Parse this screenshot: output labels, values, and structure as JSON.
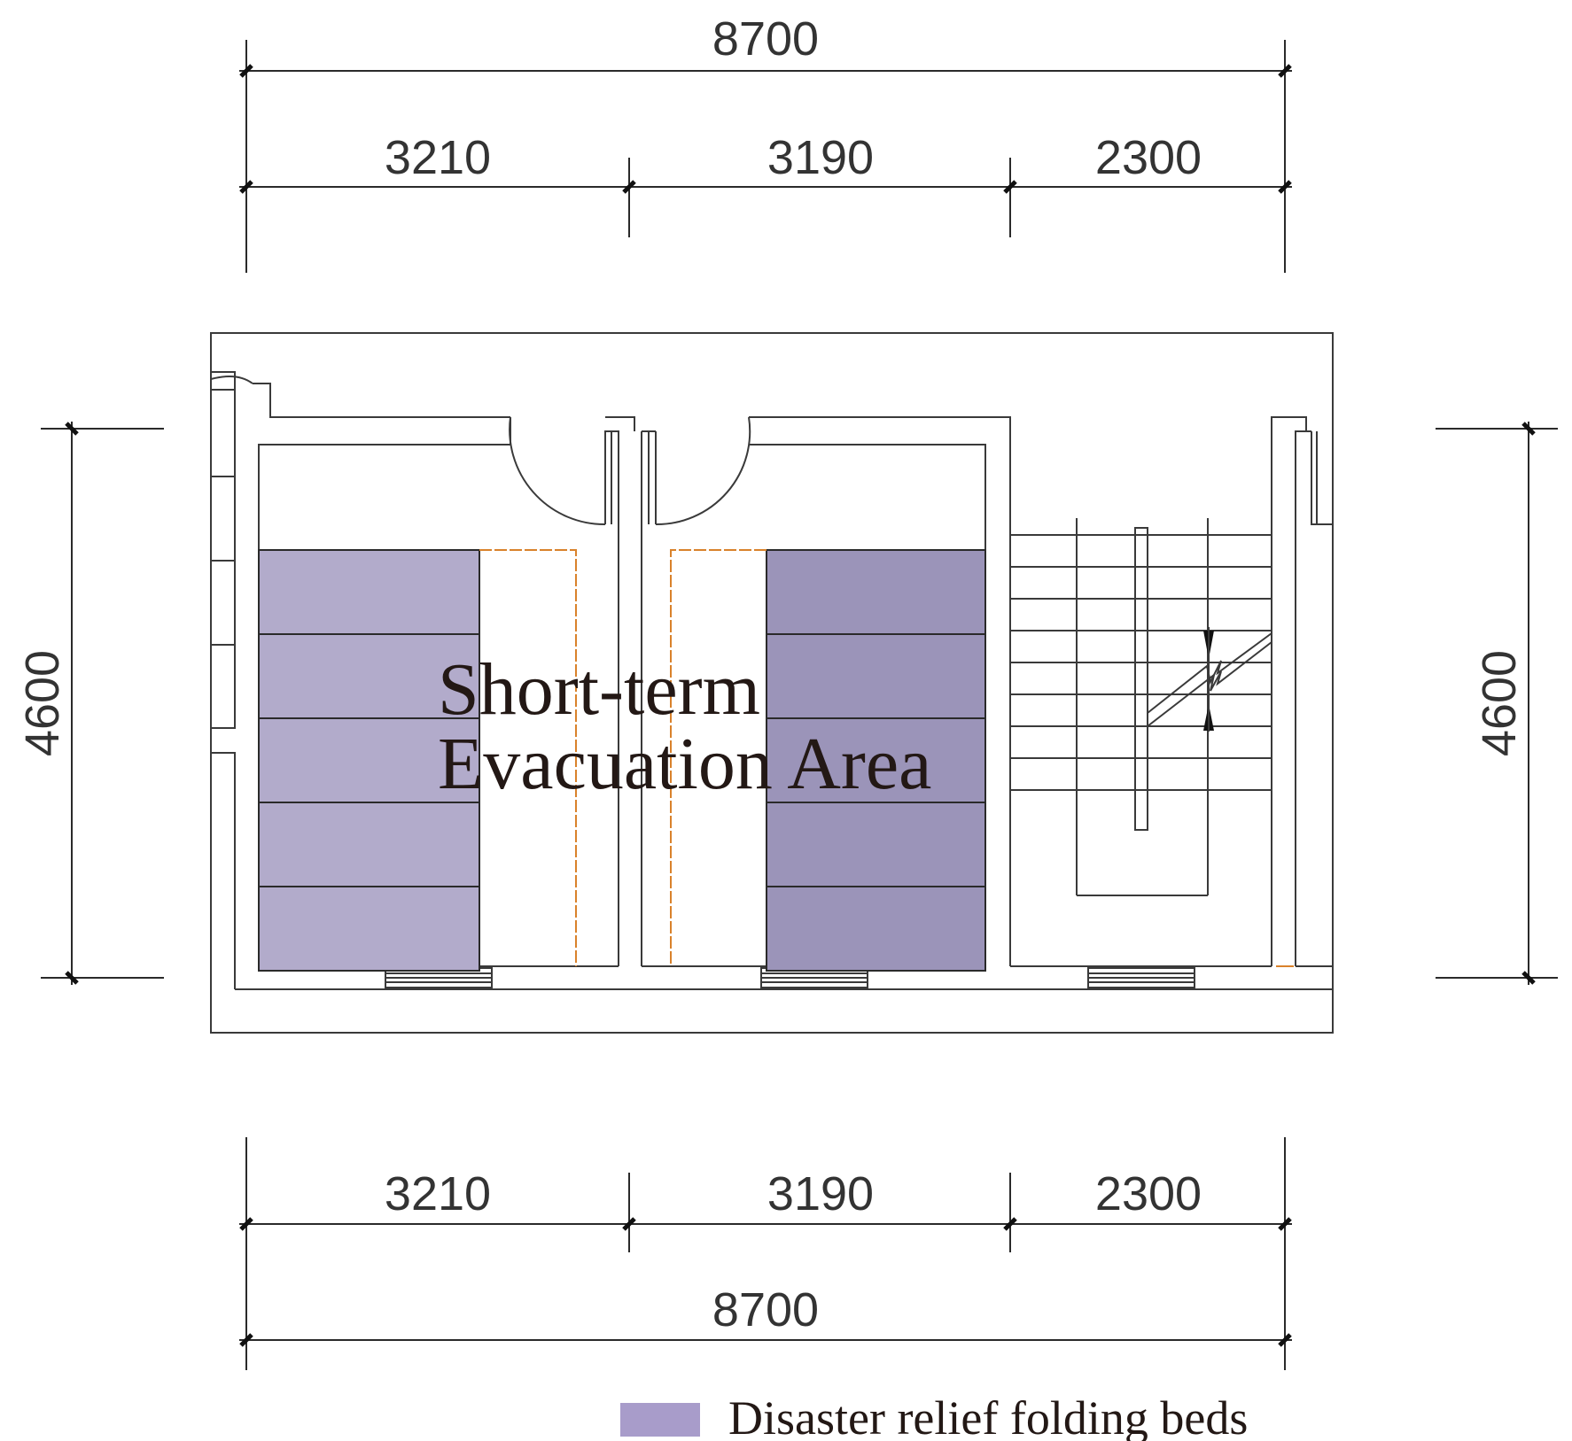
{
  "dimensions": {
    "top_total": "8700",
    "top_segments": [
      "3210",
      "3190",
      "2300"
    ],
    "bottom_segments": [
      "3210",
      "3190",
      "2300"
    ],
    "bottom_total": "8700",
    "left_height": "4600",
    "right_height": "4600"
  },
  "area_label": {
    "line1": "Short-term",
    "line2": "Evacuation Area"
  },
  "legend": {
    "label": "Disaster relief folding beds",
    "color": "#a89cca"
  },
  "colors": {
    "bed_left": "#b2abcb",
    "bed_right": "#9b94b9"
  }
}
